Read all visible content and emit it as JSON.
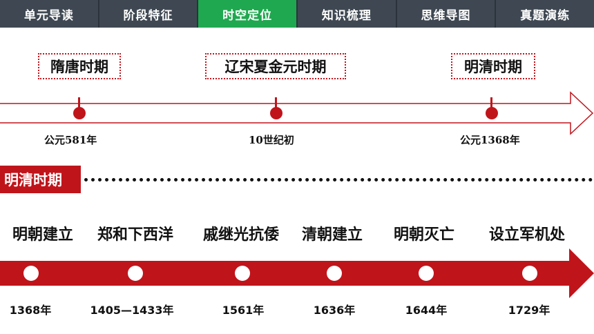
{
  "tabs": [
    {
      "label": "单元导读",
      "active": false
    },
    {
      "label": "阶段特征",
      "active": false
    },
    {
      "label": "时空定位",
      "active": true
    },
    {
      "label": "知识梳理",
      "active": false
    },
    {
      "label": "思维导图",
      "active": false
    },
    {
      "label": "真题演练",
      "active": false
    }
  ],
  "timeline_top": {
    "periods": [
      "隋唐时期",
      "辽宋夏金元时期",
      "明清时期"
    ],
    "dates": [
      "公元581年",
      "10世纪初",
      "公元1368年"
    ]
  },
  "section": {
    "label": "明清时期"
  },
  "timeline_bottom": {
    "events": [
      "明朝建立",
      "郑和下西洋",
      "戚继光抗倭",
      "清朝建立",
      "明朝灭亡",
      "设立军机处"
    ],
    "years": [
      "1368年",
      "1405—1433年",
      "1561年",
      "1636年",
      "1644年",
      "1729年"
    ]
  },
  "colors": {
    "tab_bg": "#3f4852",
    "tab_active": "#1fa84f",
    "accent_red": "#c0141b"
  }
}
